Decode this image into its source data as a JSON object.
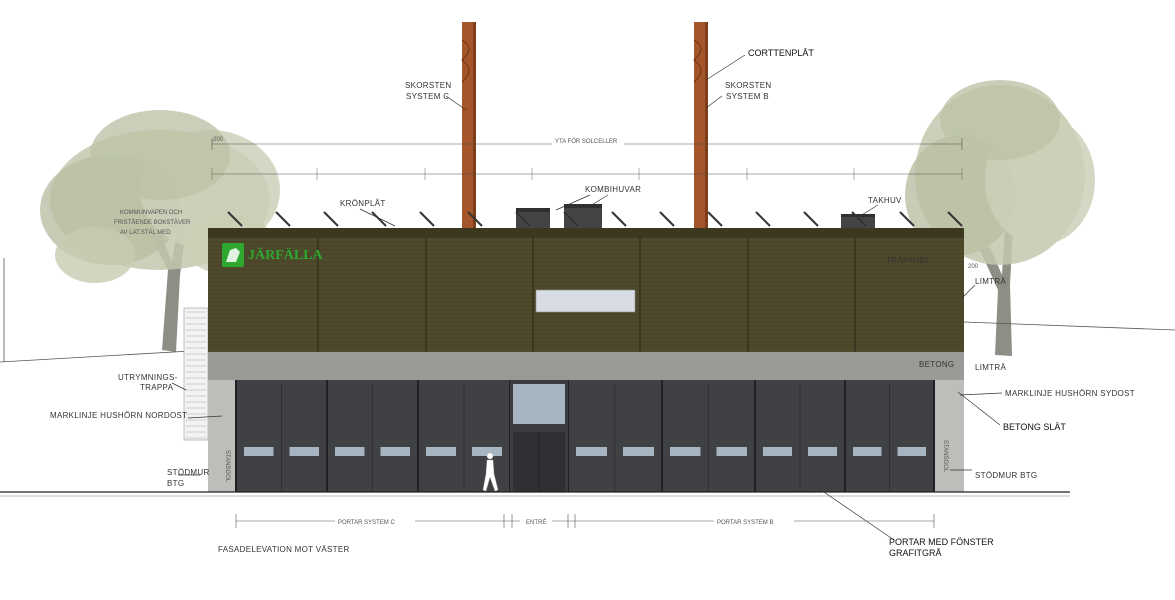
{
  "colors": {
    "cladding": "#4f4a2c",
    "cladding_dark": "#3c3820",
    "concrete": "#9a9a97",
    "concrete_light": "#bdbdb9",
    "door": "#3f4145",
    "door_dark": "#2a2c30",
    "window": "#a7b4c2",
    "corten": "#a5552a",
    "hood": "#444444",
    "tree": "#c2c8ae",
    "tree_trunk": "#8e8e86",
    "brand_green": "#2fa82f",
    "line": "#333333"
  },
  "labels": {
    "corttenplat": "CORTTENPLÅT",
    "skorsten_c": [
      "SKORSTEN",
      "SYSTEM C"
    ],
    "skorsten_b": [
      "SKORSTEN",
      "SYSTEM B"
    ],
    "yta_solceller": "YTA FÖR SOLCELLER",
    "kombihuvar": "KOMBIHUVAR",
    "kronplat": "KRÖNPLÅT",
    "takhuv": "TAKHUV",
    "trapanel": "TRÄPANEL",
    "limtra_top": "LIMTRÄ",
    "betong": "BETONG",
    "limtra_bottom": "LIMTRÄ",
    "utrymningstrappa": [
      "UTRYMNINGS-",
      "TRAPPA"
    ],
    "marklinje_nordost": "MARKLINJE HUSHÖRN NORDOST",
    "marklinje_sydost": "MARKLINJE HUSHÖRN SYDOST",
    "betong_slat": "BETONG SLÄT",
    "stodmur_left": [
      "STÖDMUR",
      "BTG"
    ],
    "stodmur_right": "STÖDMUR BTG",
    "stansgol_left": "STANSGOL",
    "stansgol_right": "STANSGOL",
    "portar_med_fonster": [
      "PORTAR MED FÖNSTER",
      "GRAFITGRÅ"
    ],
    "sign_text": "JÄRFÄLLA",
    "dim_portar_c": "PORTAR SYSTEM C",
    "dim_entre": "ENTRÉ",
    "dim_portar_b": "PORTAR SYSTEM B",
    "title": "FASADELEVATION MOT VÄSTER",
    "tree_note": [
      "KOMMUNVAPEN OCH",
      "FRISTÅENDE BOKSTÄVER",
      "AV LAT.STÄL MED"
    ],
    "dim_200": "200"
  }
}
